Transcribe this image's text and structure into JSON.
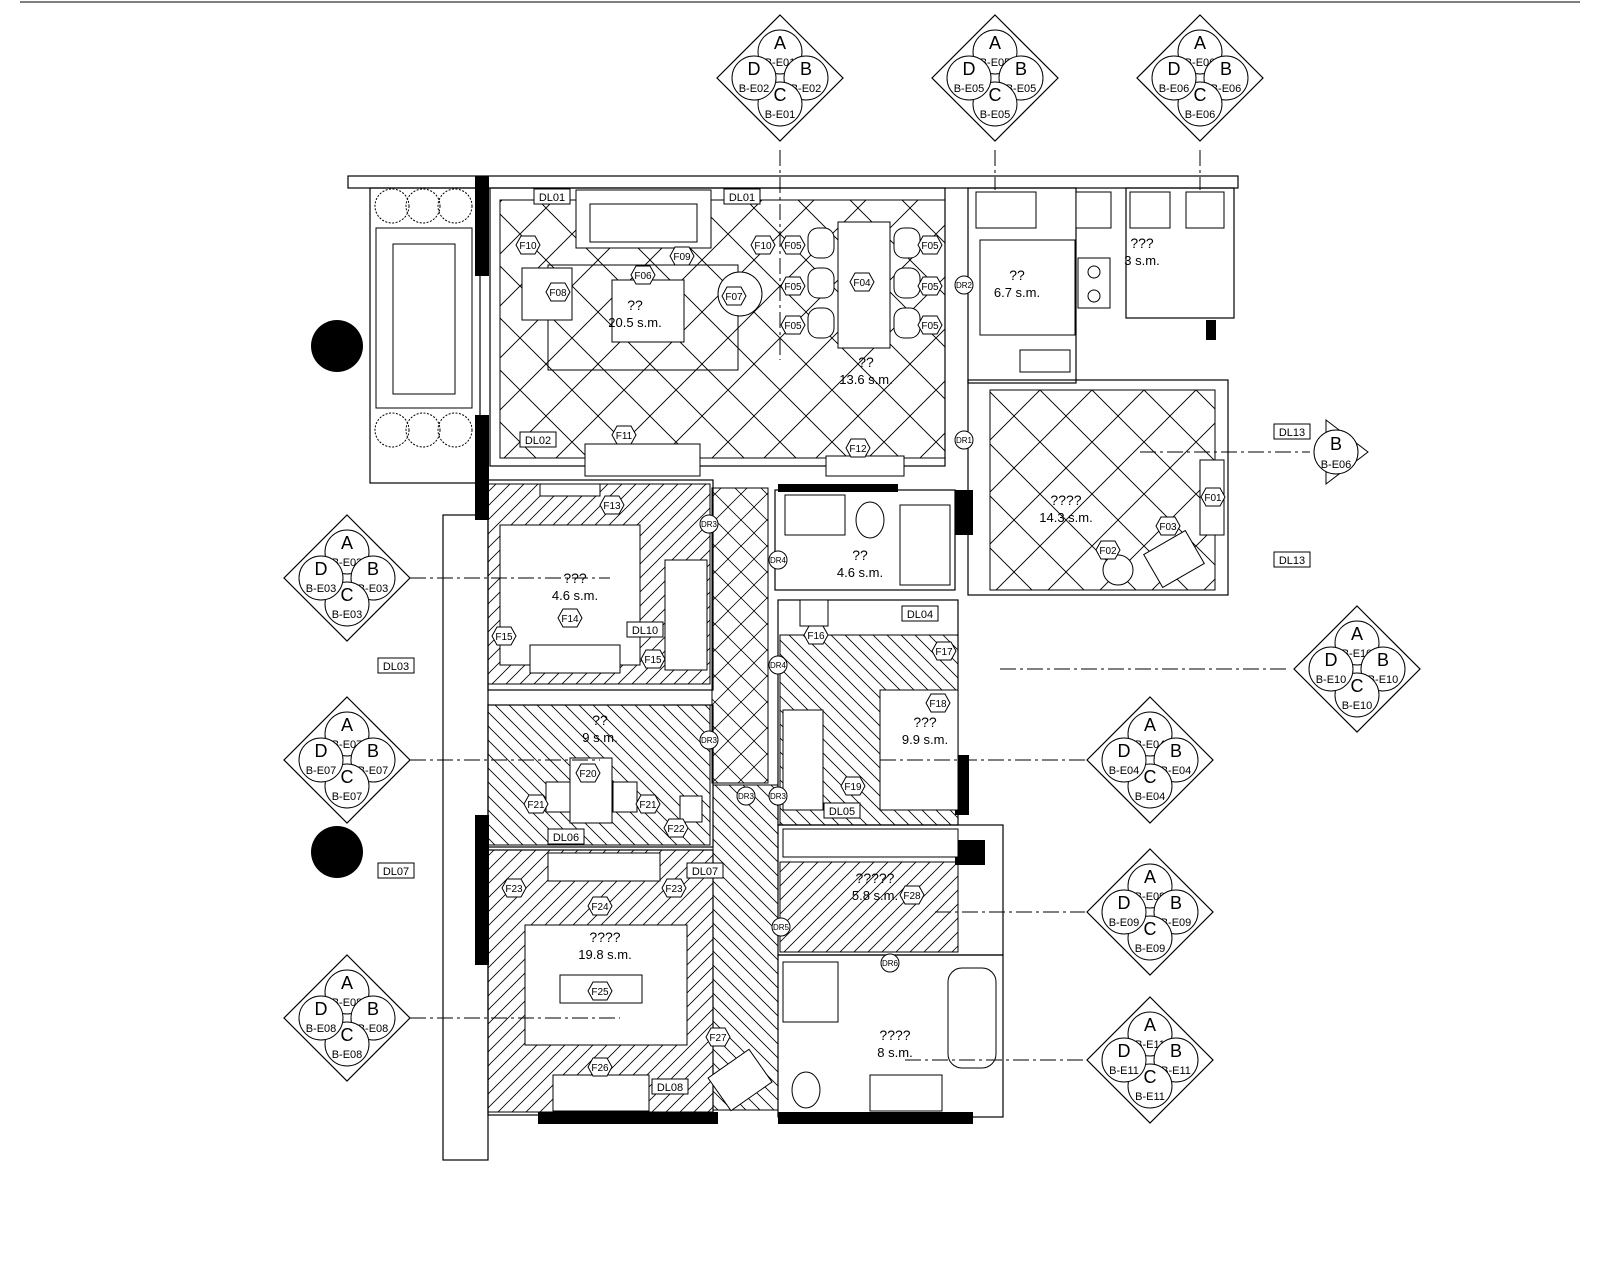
{
  "rooms": [
    {
      "name": "??",
      "area": "20.5  s.m."
    },
    {
      "name": "??",
      "area": "13.6  s.m."
    },
    {
      "name": "??",
      "area": "6.7  s.m."
    },
    {
      "name": "???",
      "area": "3  s.m."
    },
    {
      "name": "????",
      "area": "14.3  s.m."
    },
    {
      "name": "???",
      "area": "4.6  s.m."
    },
    {
      "name": "??",
      "area": "4.6  s.m."
    },
    {
      "name": "??",
      "area": "9  s.m."
    },
    {
      "name": "???",
      "area": "9.9  s.m."
    },
    {
      "name": "?????",
      "area": "5.8  s.m."
    },
    {
      "name": "????",
      "area": "19.8  s.m."
    },
    {
      "name": "????",
      "area": "8  s.m."
    }
  ],
  "elevation_markers": [
    {
      "a": "A",
      "b": "B",
      "c": "C",
      "d": "D",
      "ref_a": "B-E01",
      "ref_b": "B-E02",
      "ref_c": "B-E01",
      "ref_d": "B-E02"
    },
    {
      "a": "A",
      "b": "B",
      "c": "C",
      "d": "D",
      "ref_a": "B-E05",
      "ref_b": "B-E05",
      "ref_c": "B-E05",
      "ref_d": "B-E05"
    },
    {
      "a": "A",
      "b": "B",
      "c": "C",
      "d": "D",
      "ref_a": "B-E06",
      "ref_b": "B-E06",
      "ref_c": "B-E06",
      "ref_d": "B-E06"
    },
    {
      "a": "A",
      "b": "B",
      "c": "C",
      "d": "D",
      "ref_a": "B-E03",
      "ref_b": "B-E03",
      "ref_c": "B-E03",
      "ref_d": "B-E03"
    },
    {
      "a": "A",
      "b": "B",
      "c": "C",
      "d": "D",
      "ref_a": "B-E07",
      "ref_b": "B-E07",
      "ref_c": "B-E07",
      "ref_d": "B-E07"
    },
    {
      "a": "A",
      "b": "B",
      "c": "C",
      "d": "D",
      "ref_a": "B-E08",
      "ref_b": "B-E08",
      "ref_c": "B-E08",
      "ref_d": "B-E08"
    },
    {
      "a": "A",
      "b": "B",
      "c": "C",
      "d": "D",
      "ref_a": "B-E10",
      "ref_b": "B-E10",
      "ref_c": "B-E10",
      "ref_d": "B-E10"
    },
    {
      "a": "A",
      "b": "B",
      "c": "C",
      "d": "D",
      "ref_a": "B-E04",
      "ref_b": "B-E04",
      "ref_c": "B-E04",
      "ref_d": "B-E04"
    },
    {
      "a": "A",
      "b": "B",
      "c": "C",
      "d": "D",
      "ref_a": "B-E09",
      "ref_b": "B-E09",
      "ref_c": "B-E09",
      "ref_d": "B-E09"
    },
    {
      "a": "A",
      "b": "B",
      "c": "C",
      "d": "D",
      "ref_a": "B-E11",
      "ref_b": "B-E11",
      "ref_c": "B-E11",
      "ref_d": "B-E11"
    }
  ],
  "single_marker": {
    "letter": "B",
    "ref": "B-E06"
  },
  "light_tags": [
    "DL01",
    "DL01",
    "DL02",
    "DL03",
    "DL04",
    "DL05",
    "DL06",
    "DL07",
    "DL07",
    "DL08",
    "DL10",
    "DL13",
    "DL13"
  ],
  "furniture_tags": [
    "F10",
    "F10",
    "F09",
    "F06",
    "F08",
    "F07",
    "F05",
    "F05",
    "F05",
    "F05",
    "F05",
    "F05",
    "F04",
    "F11",
    "F12",
    "F13",
    "F14",
    "F15",
    "F15",
    "F01",
    "F02",
    "F03",
    "F16",
    "F17",
    "F18",
    "F19",
    "F20",
    "F21",
    "F21",
    "F22",
    "F23",
    "F23",
    "F24",
    "F25",
    "F26",
    "F27",
    "F28"
  ],
  "door_tags": [
    "DR1",
    "DR2",
    "DR3",
    "DR3",
    "DR4",
    "DR4",
    "DR3",
    "DR3",
    "DR5",
    "DR6"
  ],
  "colors": {
    "line": "#000000",
    "background": "#ffffff",
    "hatch": "#000000"
  }
}
